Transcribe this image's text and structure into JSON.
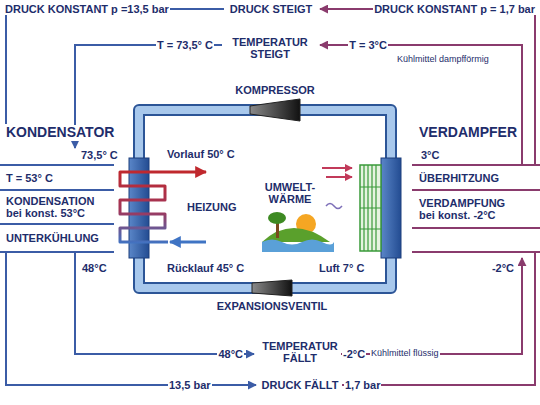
{
  "diagram": {
    "labels": [
      "DRUCK KONSTANT p =13,5 bar",
      "DRUCK STEIGT",
      "DRUCK KONSTANT p = 1,7 bar",
      "T = 73,5° C",
      "TEMPERATUR STEIGT",
      "T = 3°C",
      "Kühlmittel dampfförmig",
      "KOMPRESSOR",
      "KONDENSATOR",
      "VERDAMPFER",
      "73,5° C",
      "Vorlauf 50° C",
      "3°C",
      "T = 53° C",
      "ÜBERHITZUNG",
      "UMWELT- WÄRME",
      "KONDENSATION bei konst. 53°C",
      "HEIZUNG",
      "VERDAMPFUNG bei konst. -2°C",
      "UNTERKÜHLUNG",
      "48°C",
      "Rücklauf 45° C",
      "Luft 7° C",
      "-2°C",
      "EXPANSIONSVENTIL",
      "48°C",
      "TEMPERATUR FÄLLT",
      "-2°C",
      "Kühlmittel flüssig",
      "13,5 bar",
      "DRUCK FÄLLT",
      "1,7 bar"
    ]
  }
}
